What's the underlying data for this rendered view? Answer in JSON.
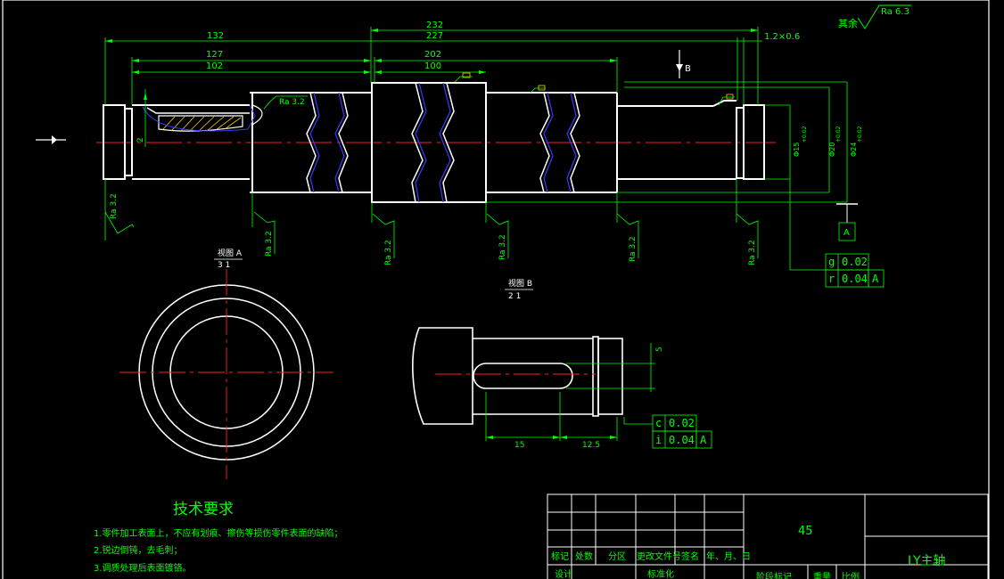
{
  "colors": {
    "background": "#000000",
    "outline": "#ffffff",
    "dimension": "#00ff00",
    "centerline": "#ff2020",
    "break_line": "#3a3aff",
    "hatch": "#ffd000"
  },
  "roughness_general": {
    "prefix": "其余",
    "label": "Ra 6.3"
  },
  "dims_top": {
    "d232": "232",
    "d227": "227",
    "d132": "132",
    "chamfer": "1.2×0.6",
    "d127": "127",
    "d202": "202",
    "d102": "102",
    "d100": "100"
  },
  "view_b_arrow": "B",
  "left_small_dim": "2",
  "diameters": {
    "d1": "Φ15",
    "d1_tol": "+0.02",
    "d2": "Φ20",
    "d2_tol": "+0.02",
    "d3": "Φ24",
    "d3_tol": "+0.02"
  },
  "roughness_marks": {
    "r1": "Ra 3.2",
    "r2": "Ra 3.2",
    "r3": "Ra 3.2",
    "r4": "Ra 3.2",
    "r5": "Ra 3.2",
    "r6": "Ra 3.2",
    "r7": "Ra 3.2"
  },
  "datum": "A",
  "tolerance_main": {
    "row1": {
      "symbol": "g",
      "value": "0.02"
    },
    "row2": {
      "symbol": "r",
      "value": "0.04",
      "datum": "A"
    }
  },
  "view_a": {
    "title": "视图 A",
    "scale": "3  1"
  },
  "view_b": {
    "title": "视图 B",
    "scale": "2  1"
  },
  "keyway_dims": {
    "width": "5",
    "length": "15",
    "offset": "12.5"
  },
  "tolerance_b": {
    "row1": {
      "symbol": "c",
      "value": "0.02"
    },
    "row2": {
      "symbol": "i",
      "value": "0.04",
      "datum": "A"
    }
  },
  "tech_req": {
    "title": "技术要求",
    "items": [
      "1.零件加工表面上，不应有划痕、擦伤等损伤零件表面的缺陷；",
      "2.锐边倒钝，去毛刺；",
      "3.调质处理后表面镀铬。"
    ]
  },
  "title_block": {
    "material": "45",
    "part_name": "LY主轴",
    "cols": [
      "标记",
      "处数",
      "分区",
      "更改文件号",
      "签名",
      "年、月、日"
    ],
    "row_design": "设计",
    "row_standard": "标准化",
    "stage_mark": "阶段标记",
    "weight": "重量",
    "scale": "比例"
  }
}
